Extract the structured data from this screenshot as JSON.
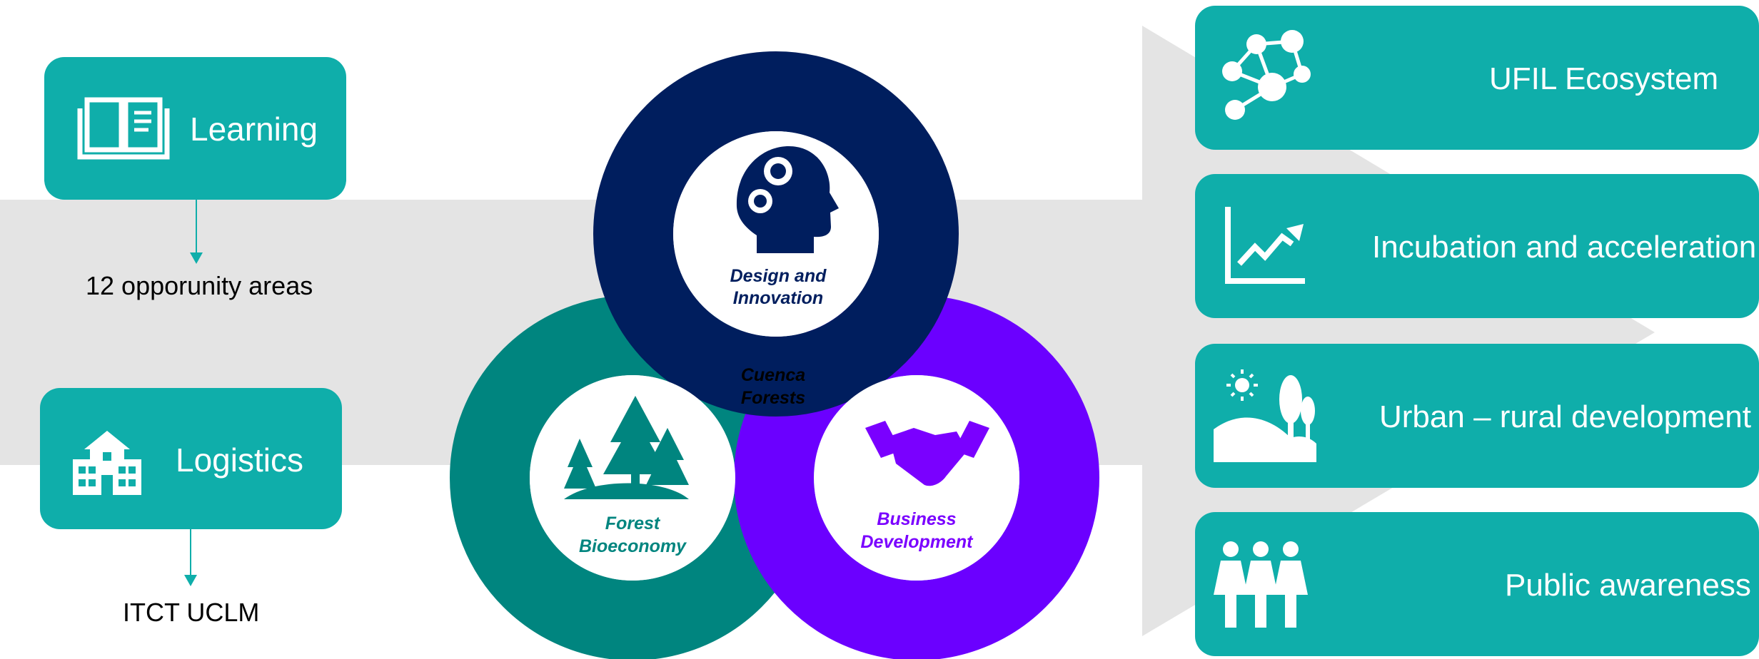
{
  "colors": {
    "tile": "#0FAEAA",
    "arrow_gray": "#E4E4E4",
    "design_ring": "#001E5E",
    "forest_ring": "#00857F",
    "business_ring": "#6B00FF",
    "forest_text": "#00857F",
    "business_text": "#7A00FF",
    "design_text": "#001E5E"
  },
  "left": {
    "learning": {
      "label": "Learning",
      "icon": "book-icon"
    },
    "learning_sub": "12 opporunity areas",
    "logistics": {
      "label": "Logistics",
      "icon": "school-building-icon"
    },
    "logistics_sub": "ITCT UCLM"
  },
  "center": {
    "design": {
      "line1": "Design and",
      "line2": "Innovation",
      "icon": "head-gears-icon"
    },
    "forest": {
      "line1": "Forest",
      "line2": "Bioeconomy",
      "icon": "pine-trees-icon"
    },
    "business": {
      "line1": "Business",
      "line2": "Development",
      "icon": "handshake-icon"
    },
    "core": {
      "line1": "Cuenca",
      "line2": "Forests"
    }
  },
  "right": [
    {
      "label": "UFIL Ecosystem",
      "icon": "network-people-icon"
    },
    {
      "label": "Incubation and acceleration",
      "icon": "growth-chart-icon"
    },
    {
      "label": "Urban – rural development",
      "icon": "landscape-trees-icon"
    },
    {
      "label": "Public awareness",
      "icon": "group-people-icon"
    }
  ]
}
